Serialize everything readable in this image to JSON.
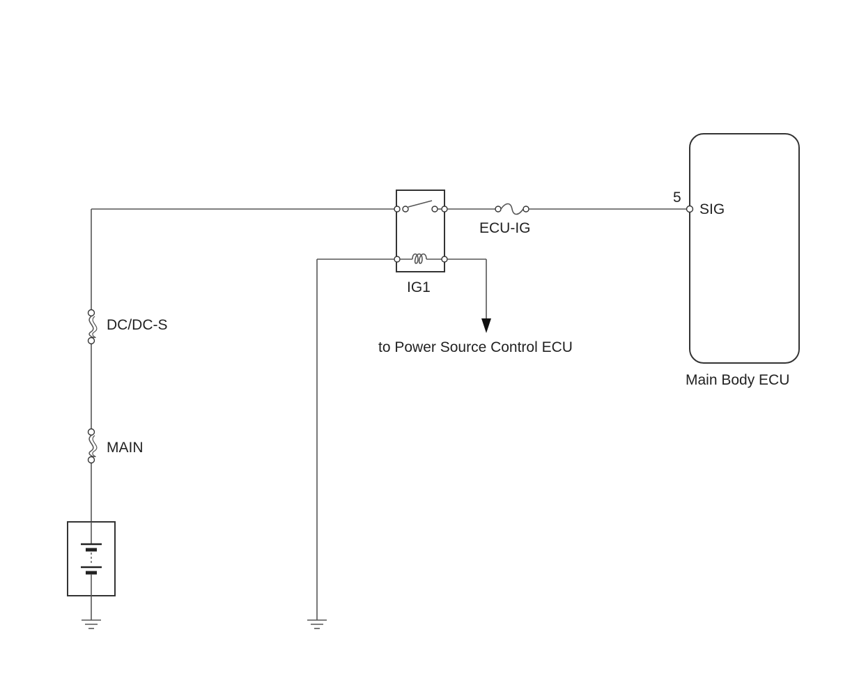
{
  "diagram": {
    "fuses": {
      "dcdc_s": "DC/DC-S",
      "main": "MAIN",
      "ecu_ig": "ECU-IG"
    },
    "relay": {
      "label": "IG1"
    },
    "ecu": {
      "label": "Main Body ECU",
      "pin_number": "5",
      "pin_name": "SIG"
    },
    "destination": "to Power Source Control ECU",
    "colors": {
      "wire": "#555555",
      "outline": "#333333",
      "text": "#222222",
      "background": "#ffffff"
    }
  }
}
